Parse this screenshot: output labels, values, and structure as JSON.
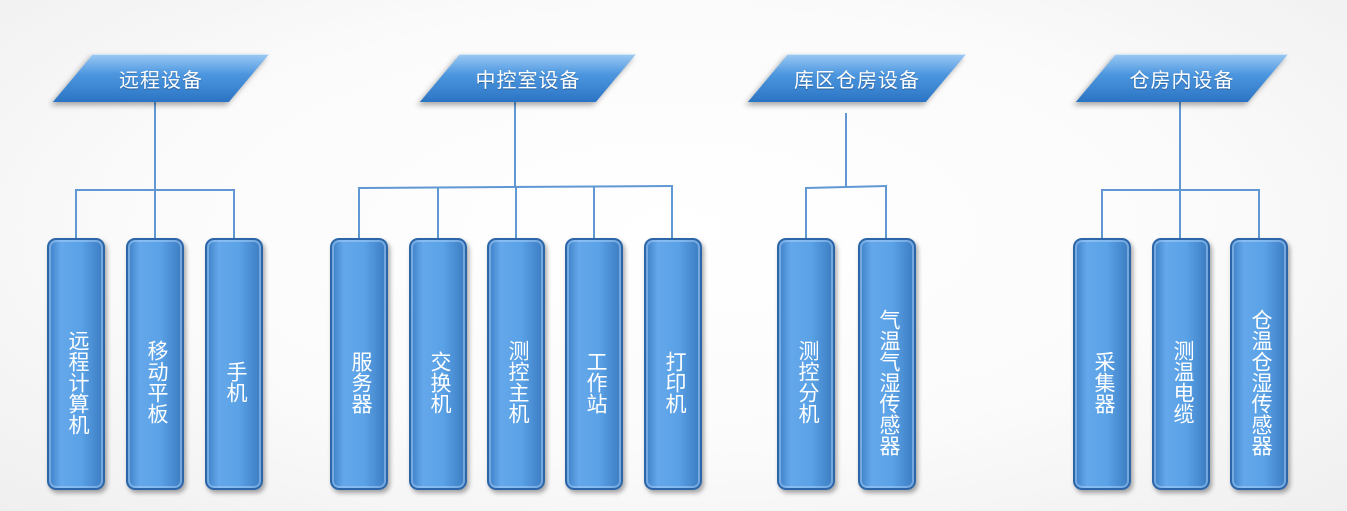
{
  "diagram": {
    "groups": [
      {
        "title": "远程设备",
        "items": [
          "远程计算机",
          "移动平板",
          "手机"
        ]
      },
      {
        "title": "中控室设备",
        "items": [
          "服务器",
          "交换机",
          "测控主机",
          "工作站",
          "打印机"
        ]
      },
      {
        "title": "库区仓房设备",
        "items": [
          "测控分机",
          "气温气湿传感器"
        ]
      },
      {
        "title": "仓房内设备",
        "items": [
          "采集器",
          "测温电缆",
          "仓温仓湿传感器"
        ]
      }
    ],
    "colors": {
      "box_fill": "#5aa1e6",
      "box_border": "#2d66a8",
      "connector": "#5f98d2",
      "text": "#ffffff"
    }
  }
}
